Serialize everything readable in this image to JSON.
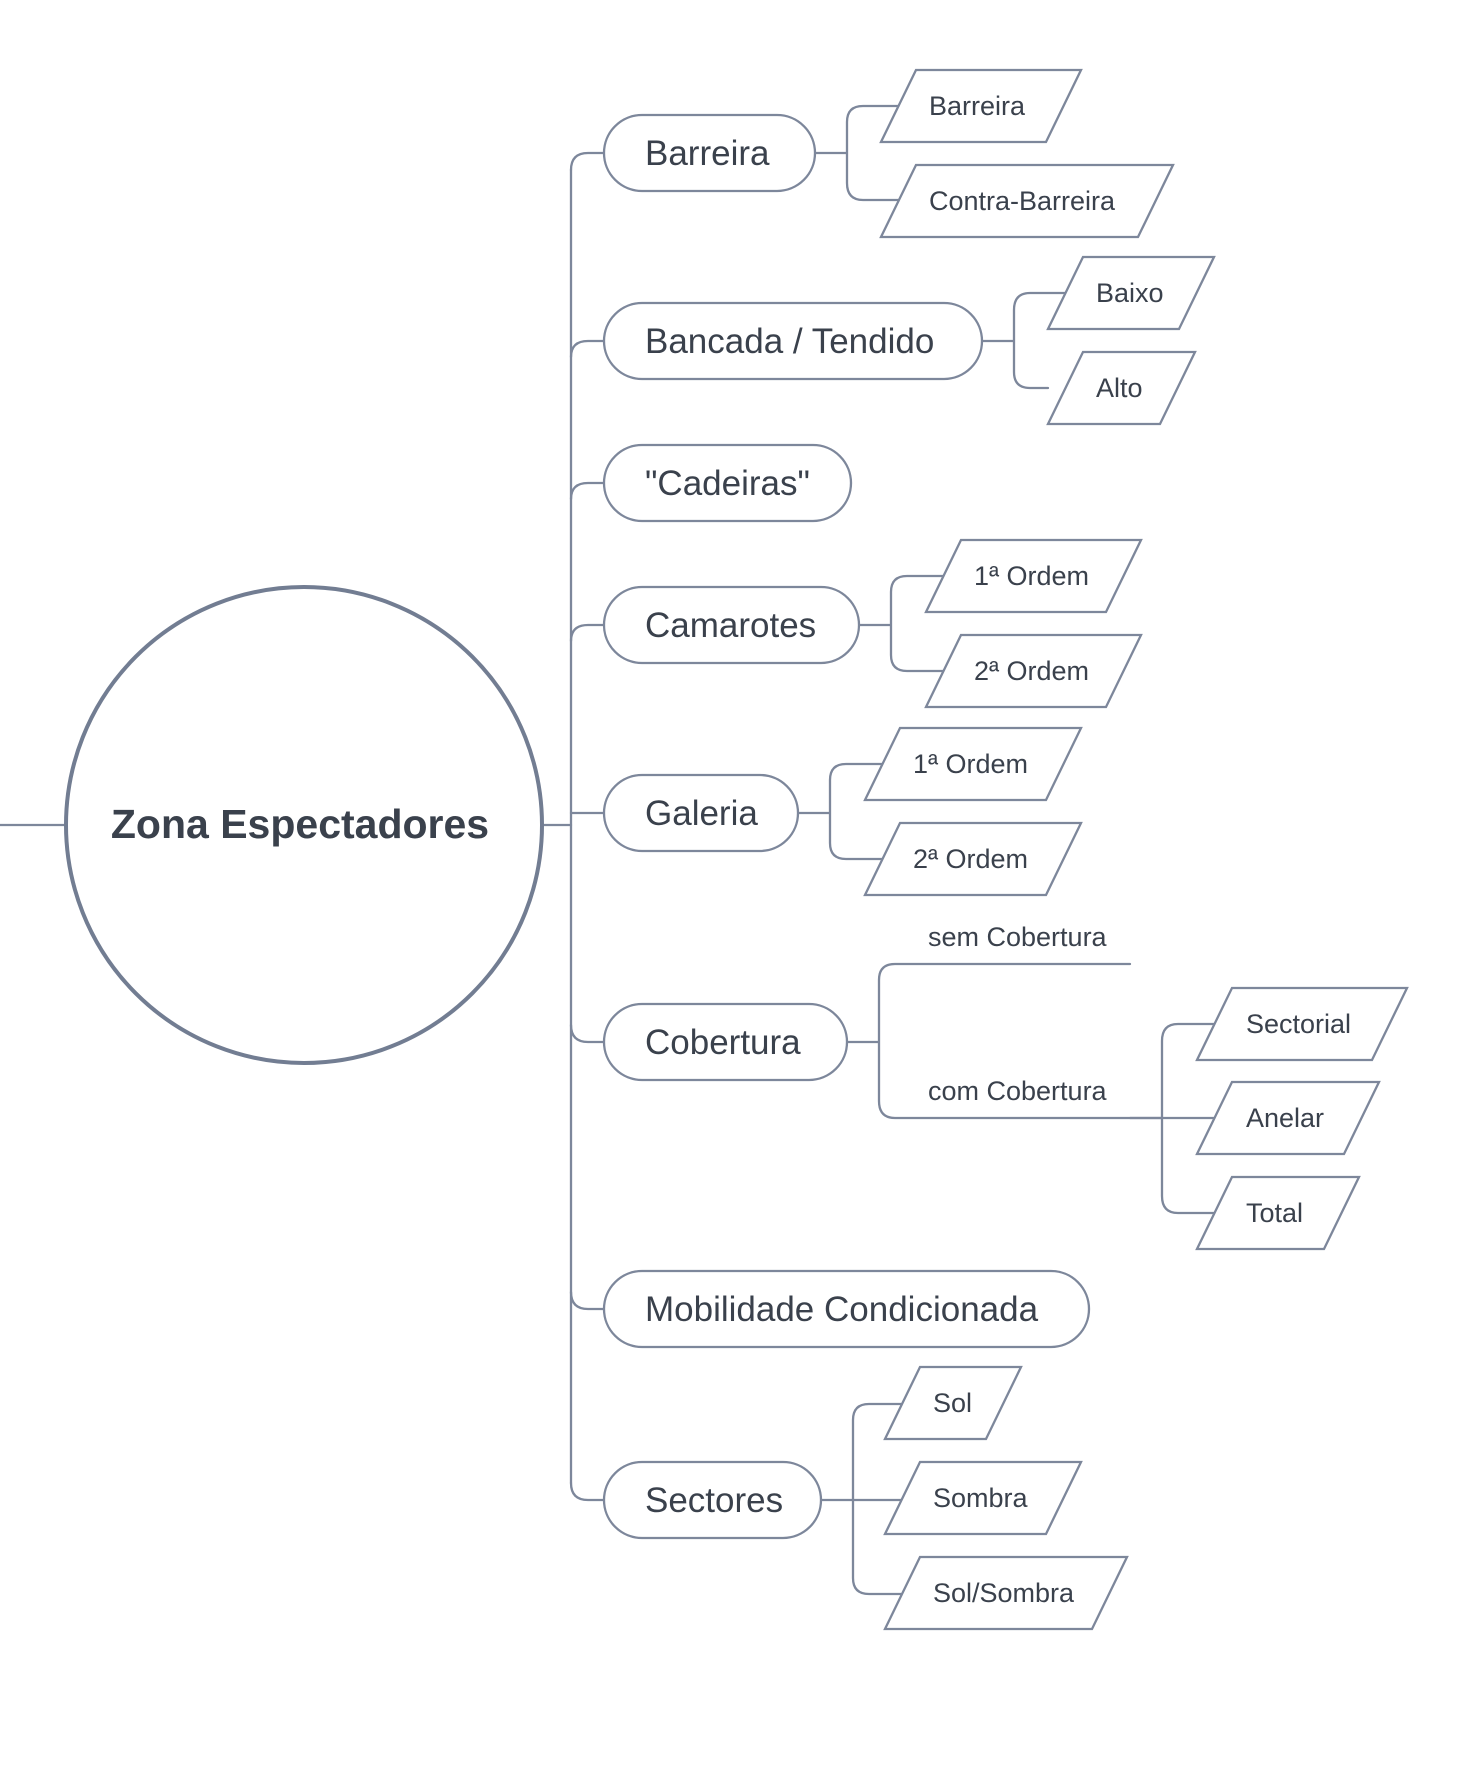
{
  "root": {
    "label": "Zona Espectadores"
  },
  "branches": [
    {
      "label": "Barreira",
      "children": [
        "Barreira",
        "Contra-Barreira"
      ]
    },
    {
      "label": "Bancada / Tendido",
      "children": [
        "Baixo",
        "Alto"
      ]
    },
    {
      "label": "\"Cadeiras\"",
      "children": []
    },
    {
      "label": "Camarotes",
      "children": [
        "1ª Ordem",
        "2ª Ordem"
      ]
    },
    {
      "label": "Galeria",
      "children": [
        "1ª Ordem",
        "2ª Ordem"
      ]
    },
    {
      "label": "Cobertura",
      "topics": [
        {
          "label": "sem Cobertura",
          "children": []
        },
        {
          "label": "com Cobertura",
          "children": [
            "Sectorial",
            "Anelar",
            "Total"
          ]
        }
      ]
    },
    {
      "label": "Mobilidade Condicionada",
      "children": []
    },
    {
      "label": "Sectores",
      "children": [
        "Sol",
        "Sombra",
        "Sol/Sombra"
      ]
    }
  ],
  "colors": {
    "line": "#7d879b",
    "text": "#3a414c",
    "background": "#ffffff"
  }
}
